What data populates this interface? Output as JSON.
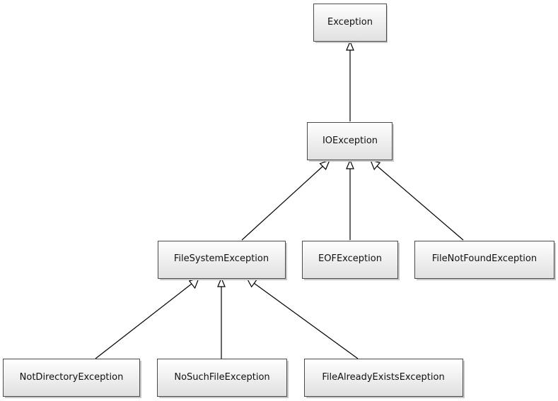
{
  "diagram": {
    "classes": {
      "exception": "Exception",
      "io_exception": "IOException",
      "file_system_exception": "FileSystemException",
      "eof_exception": "EOFException",
      "file_not_found_exception": "FileNotFoundException",
      "not_directory_exception": "NotDirectoryException",
      "no_such_file_exception": "NoSuchFileException",
      "file_already_exists_exception": "FileAlreadyExistsException"
    },
    "inheritance": [
      {
        "child": "io_exception",
        "parent": "exception"
      },
      {
        "child": "file_system_exception",
        "parent": "io_exception"
      },
      {
        "child": "eof_exception",
        "parent": "io_exception"
      },
      {
        "child": "file_not_found_exception",
        "parent": "io_exception"
      },
      {
        "child": "not_directory_exception",
        "parent": "file_system_exception"
      },
      {
        "child": "no_such_file_exception",
        "parent": "file_system_exception"
      },
      {
        "child": "file_already_exists_exception",
        "parent": "file_system_exception"
      }
    ],
    "colors": {
      "box_gradient_top": "#ffffff",
      "box_gradient_bottom": "#e0e0e0",
      "box_border": "#4a4a4a",
      "line": "#000000"
    }
  }
}
